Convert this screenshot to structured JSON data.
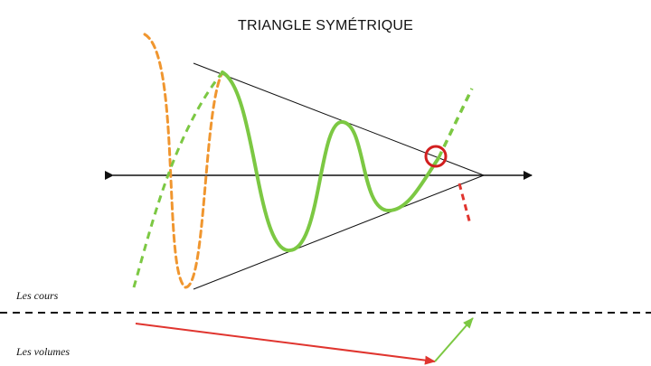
{
  "diagram": {
    "title": "TRIANGLE SYMÉTRIQUE",
    "labels": {
      "cours": "Les cours",
      "volumes": "Les volumes"
    },
    "colors": {
      "price_line": "#7cc843",
      "prior_trend": "#f0962f",
      "breakout_fail": "#e0352f",
      "volume_down": "#e0352f",
      "volume_up": "#7cc843",
      "breakout_marker": "#d21f1f",
      "triangle_lines": "#111111",
      "axis": "#111111",
      "separator": "#111111"
    }
  }
}
